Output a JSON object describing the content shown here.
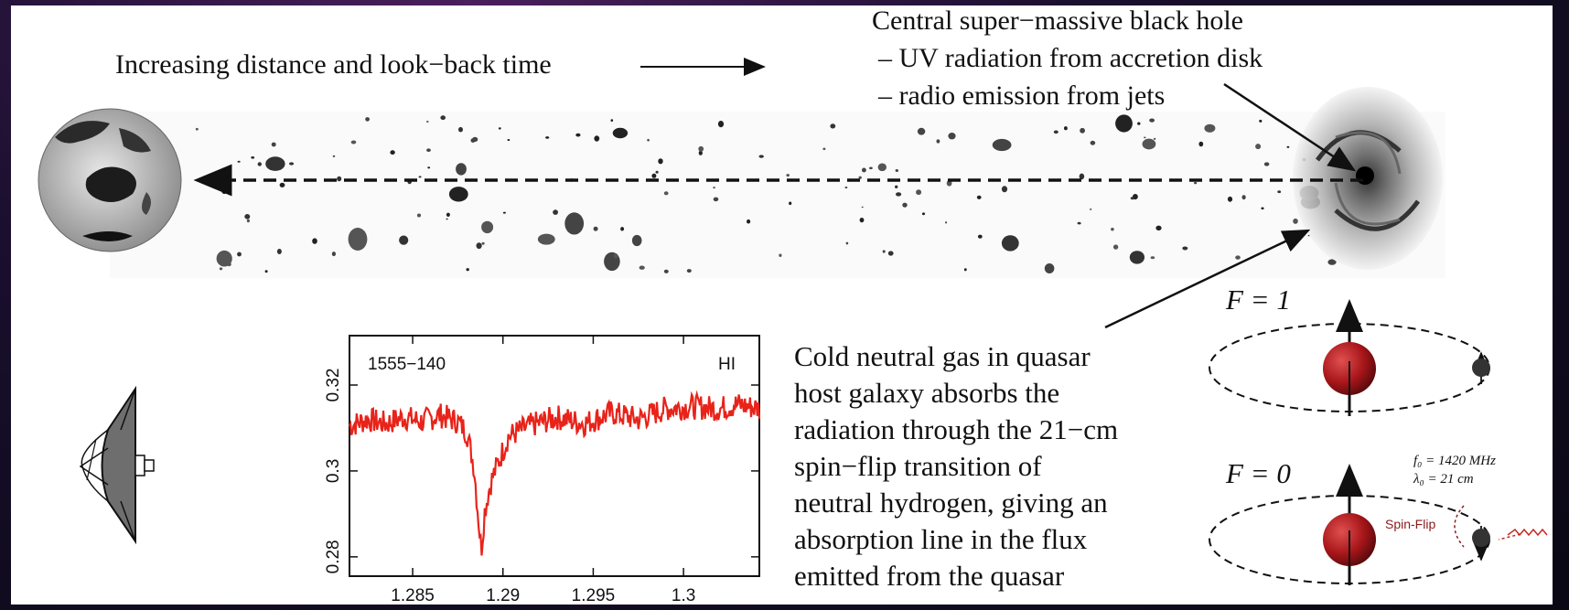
{
  "top_label": "Increasing distance and look−back time",
  "quasar": {
    "title": "Central super−massive black hole",
    "items": [
      "– UV radiation from accretion disk",
      "– radio emission from jets"
    ]
  },
  "caption_lines": [
    "Cold neutral gas in quasar",
    "host galaxy absorbs the",
    "radiation through the 21−cm",
    "spin−flip transition of",
    "neutral hydrogen, giving an",
    "absorption line in the flux",
    "emitted from the quasar"
  ],
  "spin": {
    "f1_label": "F = 1",
    "f0_label": "F = 0",
    "freq_label": "f₀ = 1420 MHz",
    "lambda_label": "λ₀ = 21 cm",
    "spinflip_label": "Spin-Flip"
  },
  "chart_data": {
    "type": "line",
    "series_color": "#e8231a",
    "annotation_left": "1555−140",
    "annotation_right": "HI",
    "xlim": [
      1.2815,
      1.3042
    ],
    "ylim": [
      0.2755,
      0.3315
    ],
    "x_ticks": [
      1.285,
      1.29,
      1.295,
      1.3
    ],
    "x_tick_labels": [
      "1.285",
      "1.29",
      "1.295",
      "1.3"
    ],
    "y_ticks": [
      0.28,
      0.3,
      0.32
    ],
    "y_tick_labels": [
      "0.28",
      "0.3",
      "0.32"
    ],
    "x": [
      1.2815,
      1.2825,
      1.2835,
      1.2845,
      1.2855,
      1.2865,
      1.2875,
      1.288,
      1.2884,
      1.2886,
      1.2888,
      1.289,
      1.2893,
      1.2897,
      1.2903,
      1.2915,
      1.293,
      1.2945,
      1.296,
      1.2975,
      1.299,
      1.3005,
      1.302,
      1.303,
      1.3042
    ],
    "y": [
      0.3105,
      0.312,
      0.311,
      0.3125,
      0.3115,
      0.313,
      0.3115,
      0.309,
      0.301,
      0.291,
      0.2815,
      0.291,
      0.297,
      0.3015,
      0.308,
      0.3105,
      0.3125,
      0.311,
      0.3135,
      0.312,
      0.3145,
      0.315,
      0.3145,
      0.3155,
      0.3145
    ]
  }
}
